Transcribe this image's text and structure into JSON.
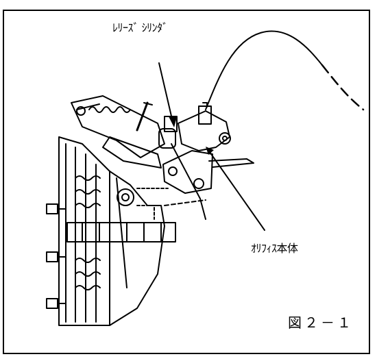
{
  "labels": {
    "release_cylinder": "ﾚﾘｰｽﾞ ｼﾘﾝﾀﾞ",
    "orifice_body": "ｵﾘﾌｨｽ本体"
  },
  "figure_number": "図２－１",
  "colors": {
    "line": "#000000",
    "background": "#ffffff"
  }
}
